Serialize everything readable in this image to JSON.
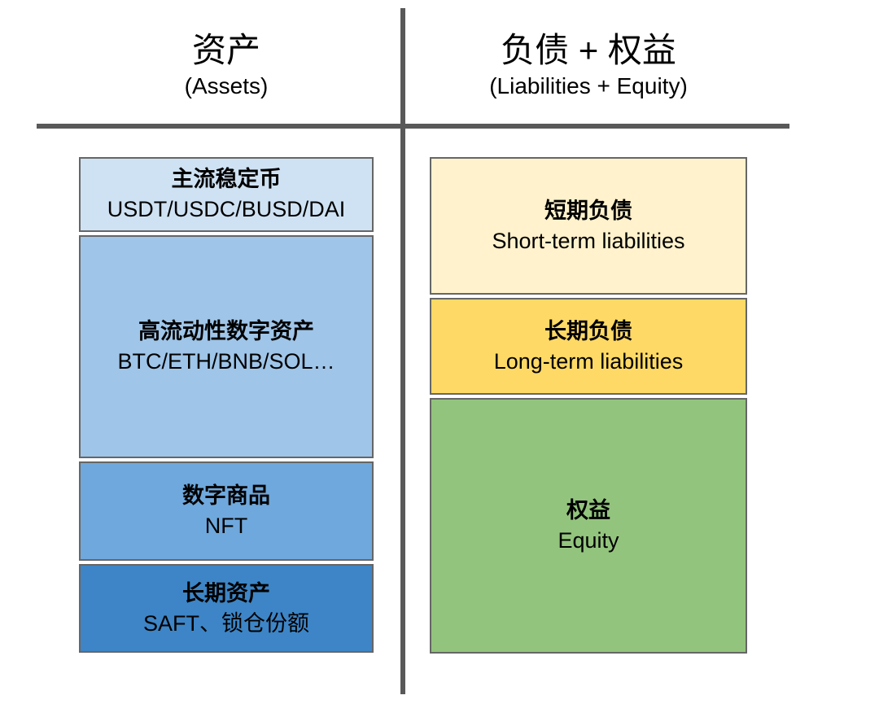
{
  "page": {
    "background_color": "#ffffff",
    "divider_color": "#595959",
    "box_border_color": "#666666",
    "text_color": "#000000"
  },
  "assets_column": {
    "title": "资产",
    "subtitle": "(Assets)",
    "boxes": [
      {
        "title": "主流稳定币",
        "subtitle": "USDT/USDC/BUSD/DAI",
        "color": "#cfe2f3"
      },
      {
        "title": "高流动性数字资产",
        "subtitle": "BTC/ETH/BNB/SOL…",
        "color": "#9fc5e8"
      },
      {
        "title": "数字商品",
        "subtitle": "NFT",
        "color": "#6fa8dc"
      },
      {
        "title": "长期资产",
        "subtitle": "SAFT、锁仓份额",
        "color": "#3d85c6"
      }
    ]
  },
  "liabilities_column": {
    "title": "负债 + 权益",
    "subtitle": "(Liabilities + Equity)",
    "boxes": [
      {
        "title": "短期负债",
        "subtitle": "Short-term liabilities",
        "color": "#fff2cc"
      },
      {
        "title": "长期负债",
        "subtitle": "Long-term liabilities",
        "color": "#ffd966"
      },
      {
        "title": "权益",
        "subtitle": "Equity",
        "color": "#93c47d"
      }
    ]
  }
}
